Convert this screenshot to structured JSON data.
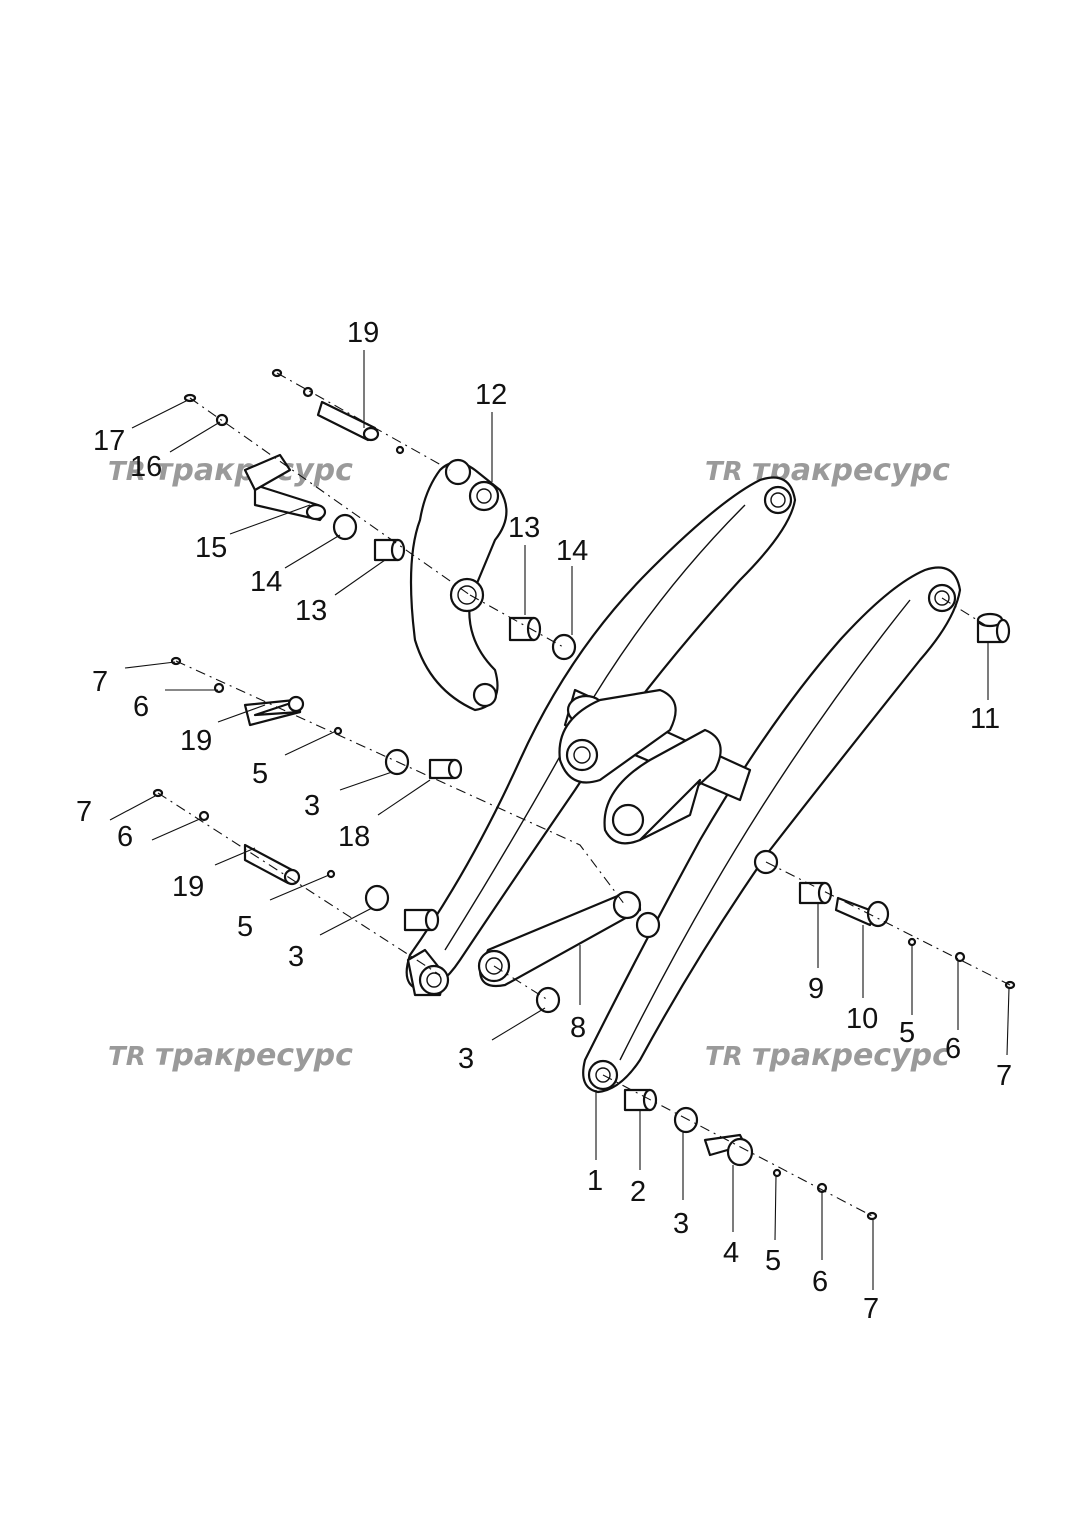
{
  "callouts": {
    "c_19_top": "19",
    "c_12": "12",
    "c_17": "17",
    "c_16": "16",
    "c_15": "15",
    "c_14_left": "14",
    "c_13_left": "13",
    "c_13_right": "13",
    "c_14_right": "14",
    "c_7_a": "7",
    "c_6_a": "6",
    "c_19_a": "19",
    "c_5_a": "5",
    "c_3_a": "3",
    "c_18": "18",
    "c_7_b": "7",
    "c_6_b": "6",
    "c_19_b": "19",
    "c_5_b": "5",
    "c_3_b": "3",
    "c_3_c": "3",
    "c_8": "8",
    "c_11": "11",
    "c_9": "9",
    "c_10": "10",
    "c_5_r": "5",
    "c_6_r": "6",
    "c_7_r": "7",
    "c_1": "1",
    "c_2": "2",
    "c_3_d": "3",
    "c_4": "4",
    "c_5_d": "5",
    "c_6_d": "6",
    "c_7_d": "7"
  },
  "watermark": {
    "logo": "TR",
    "text": "тракресурс"
  }
}
